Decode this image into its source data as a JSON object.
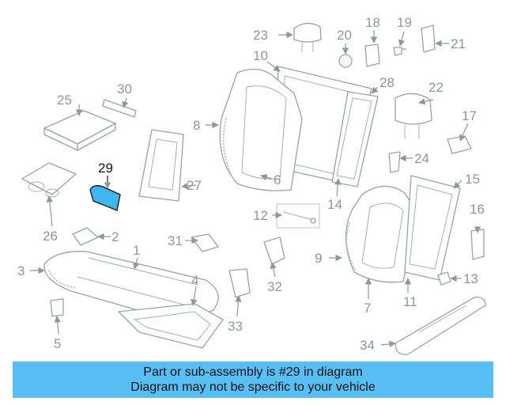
{
  "highlight_color": "#3fb6ef",
  "banner_color": "#58bff4",
  "highlighted_part": "29",
  "callouts": [
    "1",
    "2",
    "3",
    "4",
    "5",
    "6",
    "7",
    "8",
    "9",
    "10",
    "11",
    "12",
    "13",
    "14",
    "15",
    "16",
    "17",
    "18",
    "19",
    "20",
    "21",
    "22",
    "23",
    "24",
    "25",
    "26",
    "27",
    "28",
    "29",
    "30",
    "31",
    "32",
    "33",
    "34"
  ],
  "banner": {
    "line1": "Part or sub-assembly is #29 in diagram",
    "line2": "Diagram may not be specific to your vehicle"
  }
}
